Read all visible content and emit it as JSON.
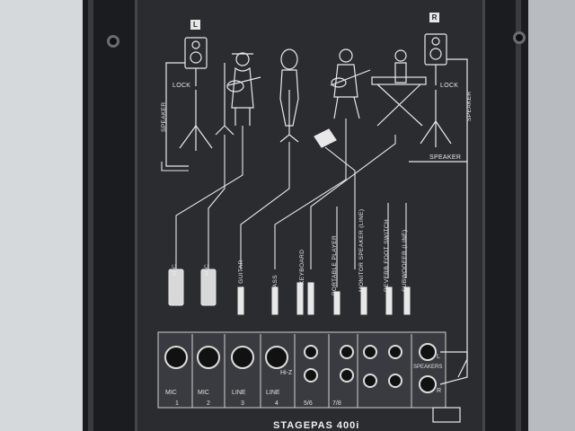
{
  "panel": {
    "left_badge": "L",
    "right_badge": "R",
    "left_lock": "LOCK",
    "right_lock": "LOCK",
    "left_speaker": "SPEAKER",
    "right_speaker": "SPEAKER",
    "top_speaker_cable": "SPEAKER",
    "model_text": "STAGEPAS 400i"
  },
  "inputs": [
    {
      "label": "MIC",
      "channel": "1",
      "selector": "MIC"
    },
    {
      "label": "MIC",
      "channel": "2",
      "selector": "MIC"
    },
    {
      "label": "A. GUITAR",
      "channel": "3",
      "selector": "LINE"
    },
    {
      "label": "BASS",
      "channel": "4",
      "selector": "LINE"
    },
    {
      "label": "KEYBOARD",
      "channel": "5/6"
    },
    {
      "label": "PORTABLE PLAYER",
      "channel": "7/8"
    },
    {
      "label": "MONITOR SPEAKER (LINE)"
    },
    {
      "label": "REVERB FOOT SWITCH"
    },
    {
      "label": "SUBWOOFER (LINE)"
    }
  ],
  "hi_z": "Hi-Z",
  "speakers_label": "SPEAKERS",
  "speakers_l": "L",
  "speakers_r": "R",
  "colors": {
    "panel": "#2a2b2e",
    "panel_edge": "#15161a",
    "print": "#e8e8e8",
    "background": "#cfd2d6"
  }
}
